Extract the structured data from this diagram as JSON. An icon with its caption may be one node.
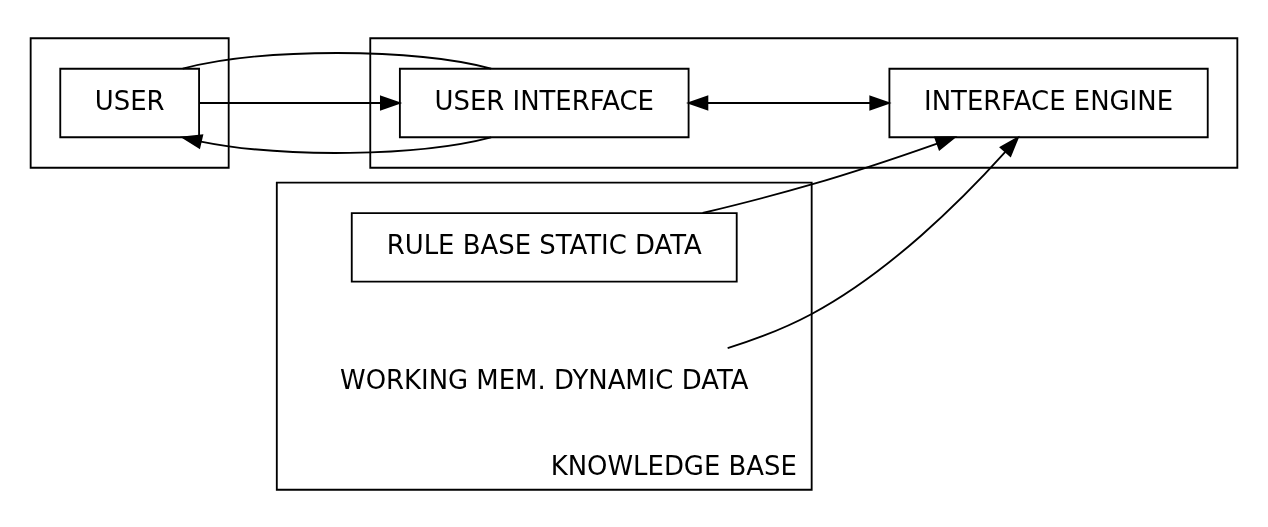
{
  "diagram": {
    "nodes": [
      {
        "text": [],
        "shape": "box"
      },
      {
        "text": [
          "USER"
        ],
        "in": 0
      },
      {
        "text": [],
        "shape": "box"
      },
      {
        "text": [
          "USER INTERFACE"
        ],
        "in": 2
      },
      {
        "text": [
          "INTERFACE ENGINE"
        ],
        "in": 2
      },
      {
        "text": [
          "KNOWLEDGE BASE"
        ]
      },
      {
        "text": [
          "RULE BASE STATIC DATA"
        ],
        "in": 5
      },
      {
        "text": [
          "WORKING MEM. DYNAMIC DATA"
        ],
        "in": 5
      }
    ],
    "edges": [
      {
        "from": 1,
        "to": 3,
        "arrow": "to"
      },
      {
        "from": 1,
        "to": 3,
        "arrow": "none"
      },
      {
        "from": 3,
        "to": 1,
        "arrow": "to"
      },
      {
        "from": 3,
        "to": 4,
        "arrow": "both"
      },
      {
        "from": 6,
        "to": 4,
        "arrow": "to"
      },
      {
        "from": 7,
        "to": 4,
        "arrow": "to"
      }
    ]
  }
}
